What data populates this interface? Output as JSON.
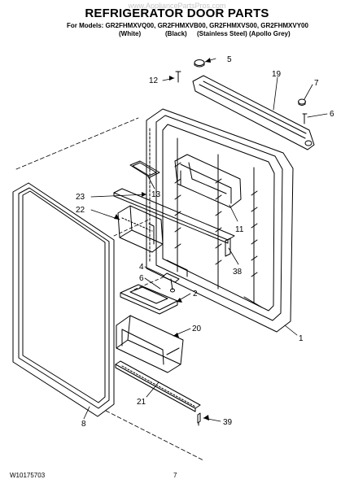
{
  "watermark": "www.AppliancePartsPros.com",
  "title": "REFRIGERATOR DOOR PARTS",
  "models": "For Models: GR2FHMXVQ00, GR2FHMXVB00, GR2FHMXVS00, GR2FHMXVY00",
  "finishes": {
    "white": "(White)",
    "black": "(Black)",
    "stainless": "(Stainless Steel)",
    "apollo": "(Apollo Grey)"
  },
  "callouts": {
    "c5": "5",
    "c12": "12",
    "c19": "19",
    "c7": "7",
    "c6a": "6",
    "c13": "13",
    "c23": "23",
    "c22": "22",
    "c11": "11",
    "c38": "38",
    "c4": "4",
    "c6b": "6",
    "c2": "2",
    "c20": "20",
    "c1": "1",
    "c8": "8",
    "c21": "21",
    "c39": "39"
  },
  "footer": {
    "doc_number": "W10175703",
    "page_number": "7"
  }
}
